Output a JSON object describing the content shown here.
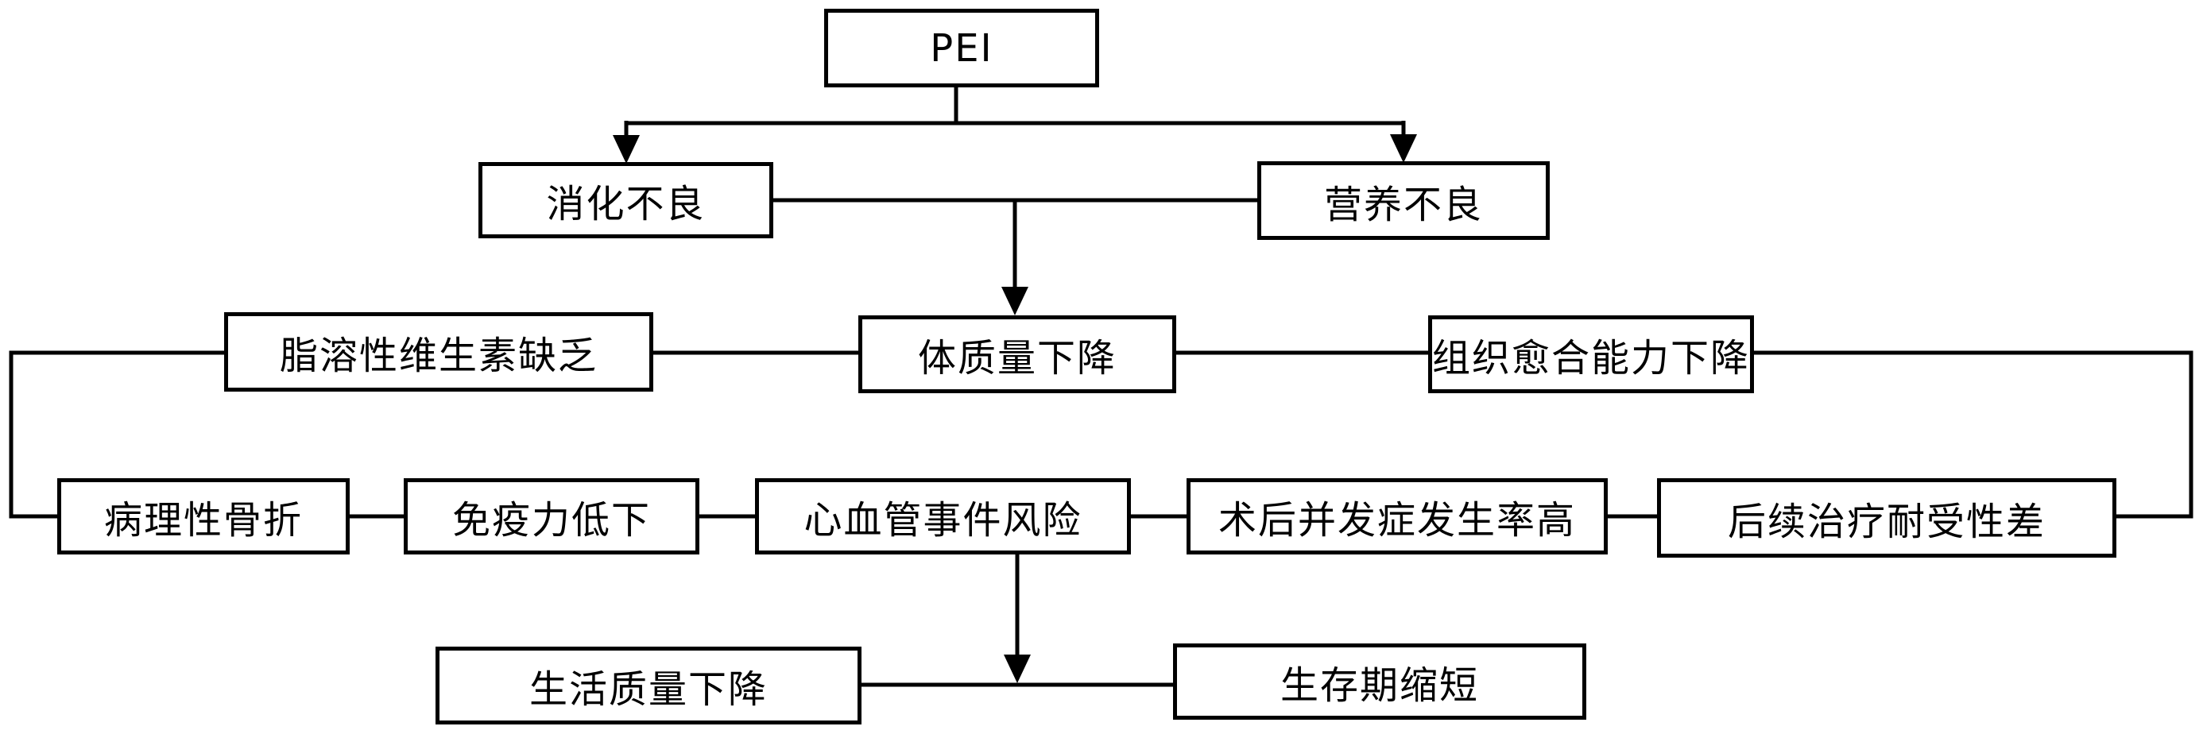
{
  "nodes": {
    "pei": {
      "label": "PEI"
    },
    "indigestion": {
      "label": "消化不良"
    },
    "malnutrition": {
      "label": "营养不良"
    },
    "vitamin_deficiency": {
      "label": "脂溶性维生素缺乏"
    },
    "weight_loss": {
      "label": "体质量下降"
    },
    "healing_decline": {
      "label": "组织愈合能力下降"
    },
    "fracture": {
      "label": "病理性骨折"
    },
    "immunity": {
      "label": "免疫力低下"
    },
    "cardio_risk": {
      "label": "心血管事件风险"
    },
    "postop_complications": {
      "label": "术后并发症发生率高"
    },
    "treatment_tolerance": {
      "label": "后续治疗耐受性差"
    },
    "quality_of_life": {
      "label": "生活质量下降"
    },
    "survival_shortened": {
      "label": "生存期缩短"
    }
  },
  "colors": {
    "line": "#000000",
    "box_background": "#ffffff",
    "text": "#000000"
  }
}
